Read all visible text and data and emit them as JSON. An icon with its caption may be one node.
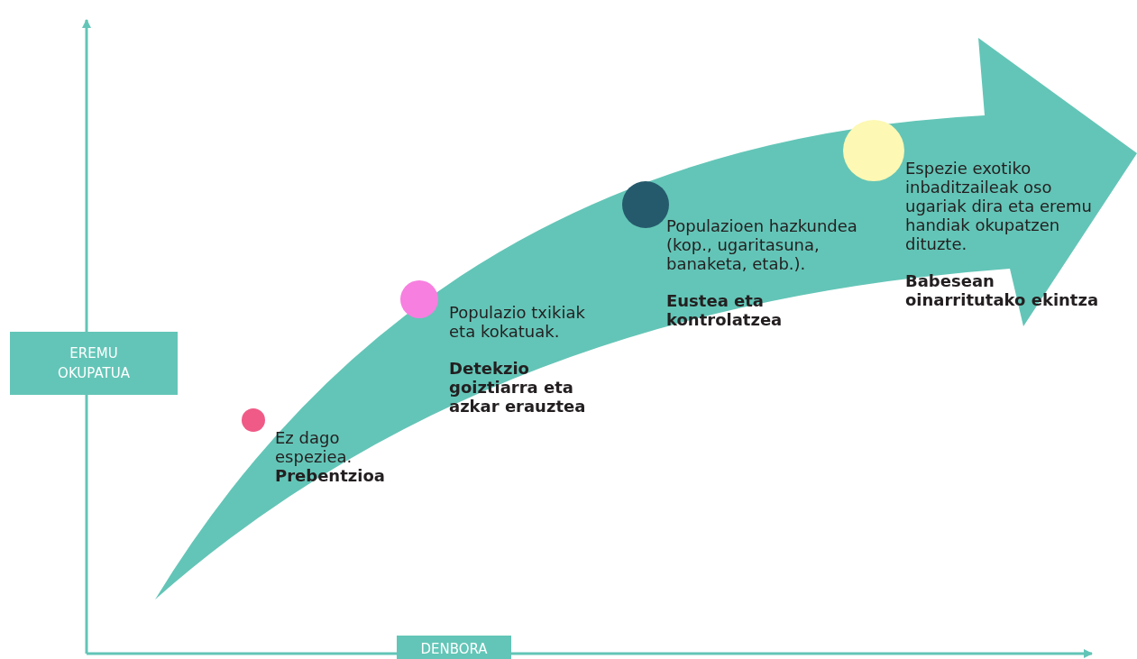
{
  "diagram": {
    "nodes": [
      {
        "text": [
          "EREMU OKUPATUA"
        ]
      },
      {
        "text": [
          "DENBORA"
        ]
      },
      {
        "text": [],
        "shape": "circle",
        "beside": [
          "Ez dago espeziea.",
          "Prebentzioa"
        ]
      },
      {
        "text": [],
        "shape": "circle",
        "beside": [
          "Populazio txikiak eta kokatuak.",
          "Detekzio goiztiarra eta azkar erauztea"
        ]
      },
      {
        "text": [],
        "shape": "circle",
        "beside": [
          "Populazioen hazkundea (kop., ugaritasuna, banaketa, etab.).",
          "Eustea eta kontrolatzea"
        ]
      },
      {
        "text": [],
        "shape": "circle",
        "beside": [
          "Espezie exotiko inbaditzaileak oso ugariak dira eta eremu handiak okupatzen dituzte.",
          "Babesean oinarritutako ekintza"
        ]
      }
    ],
    "edges": []
  }
}
